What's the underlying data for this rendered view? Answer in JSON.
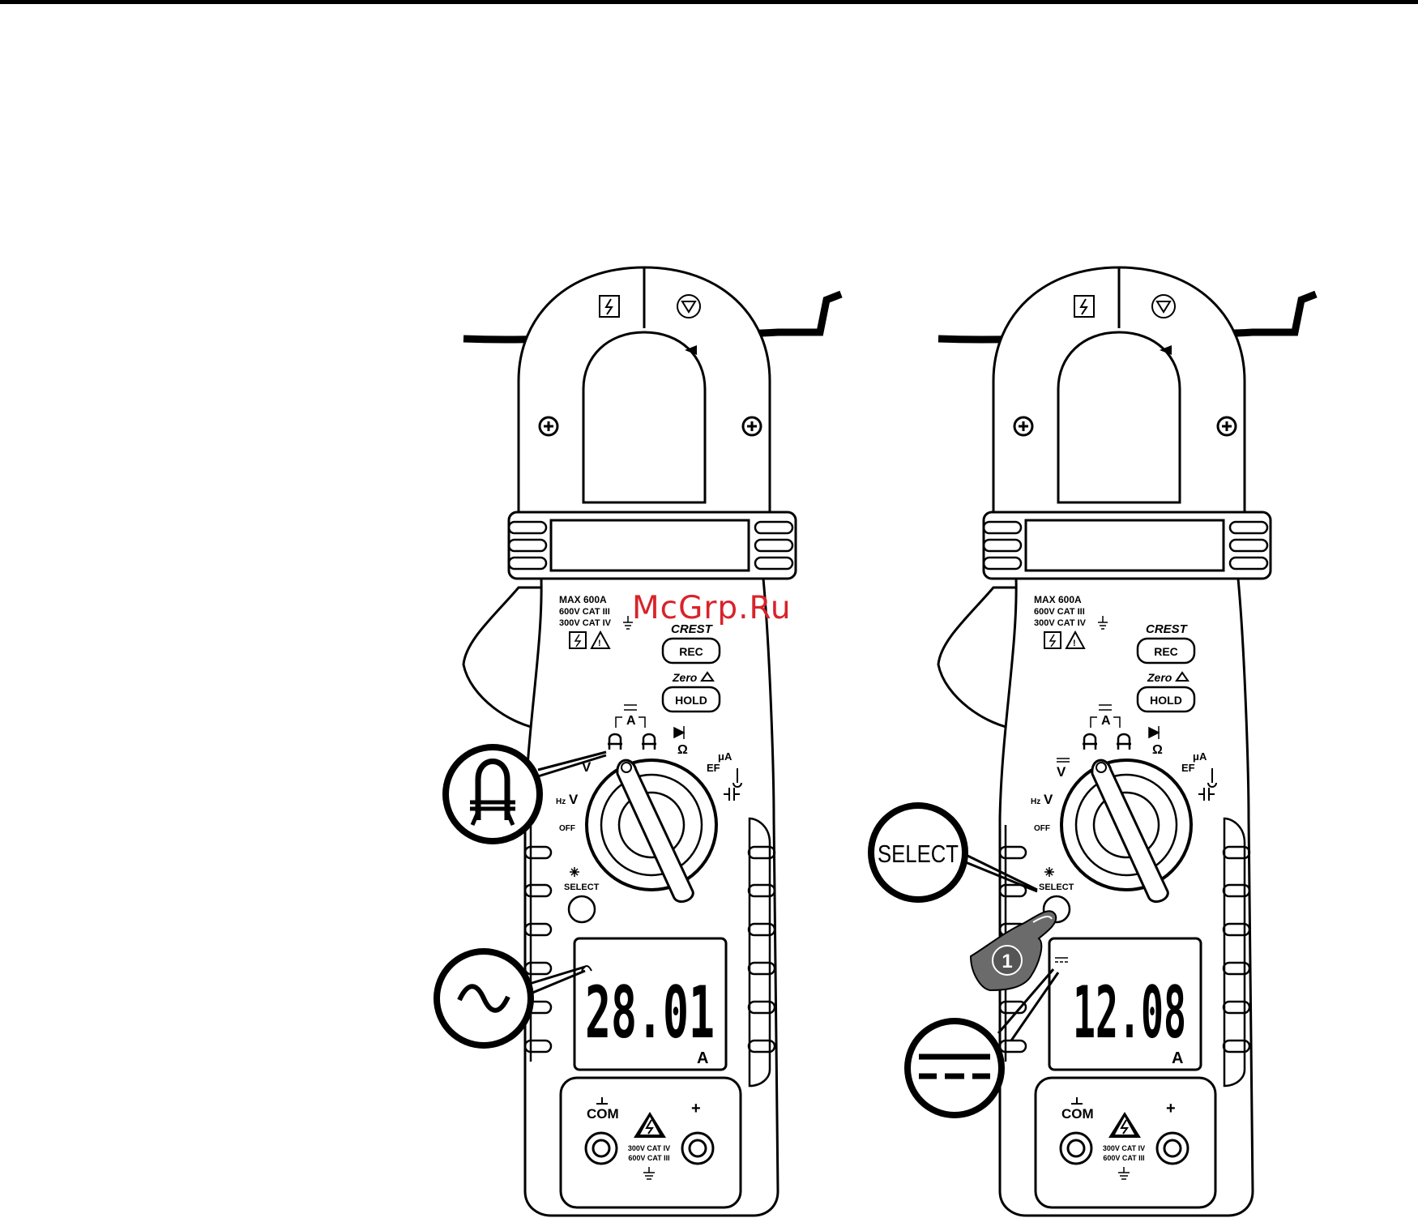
{
  "watermark": "McGrp.Ru",
  "meters": [
    {
      "ratings_line1": "MAX 600A",
      "ratings_line2": "600V CAT III",
      "ratings_line3": "300V CAT IV",
      "crest_label": "CREST",
      "rec_label": "REC",
      "zero_label": "Zero",
      "hold_label": "HOLD",
      "dial_a_label": "A",
      "dial_omega_label": "Ω",
      "dial_ua_label": "μA",
      "dial_ef_label": "EF",
      "dial_v_label": "V",
      "dial_hz_label": "Hz",
      "dial_off_label": "OFF",
      "select_label": "SELECT",
      "lcd_reading": "28.01",
      "lcd_unit": "A",
      "com_label": "COM",
      "plus_label": "+",
      "terminal_rating1": "300V CAT IV",
      "terminal_rating2": "600V CAT III",
      "callout_top_icon": "clamp-jaw-icon",
      "callout_bottom_icon": "ac-wave-icon"
    },
    {
      "ratings_line1": "MAX 600A",
      "ratings_line2": "600V CAT III",
      "ratings_line3": "300V CAT IV",
      "crest_label": "CREST",
      "rec_label": "REC",
      "zero_label": "Zero",
      "hold_label": "HOLD",
      "dial_a_label": "A",
      "dial_omega_label": "Ω",
      "dial_ua_label": "μA",
      "dial_ef_label": "EF",
      "dial_v_label": "V",
      "dial_hz_label": "Hz",
      "dial_off_label": "OFF",
      "select_label": "SELECT",
      "lcd_reading": "12.08",
      "lcd_unit": "A",
      "com_label": "COM",
      "plus_label": "+",
      "terminal_rating1": "300V CAT IV",
      "terminal_rating2": "600V CAT III",
      "callout_select_text": "SELECT",
      "step_number": "1",
      "callout_bottom_icon": "dc-symbol-icon"
    }
  ]
}
